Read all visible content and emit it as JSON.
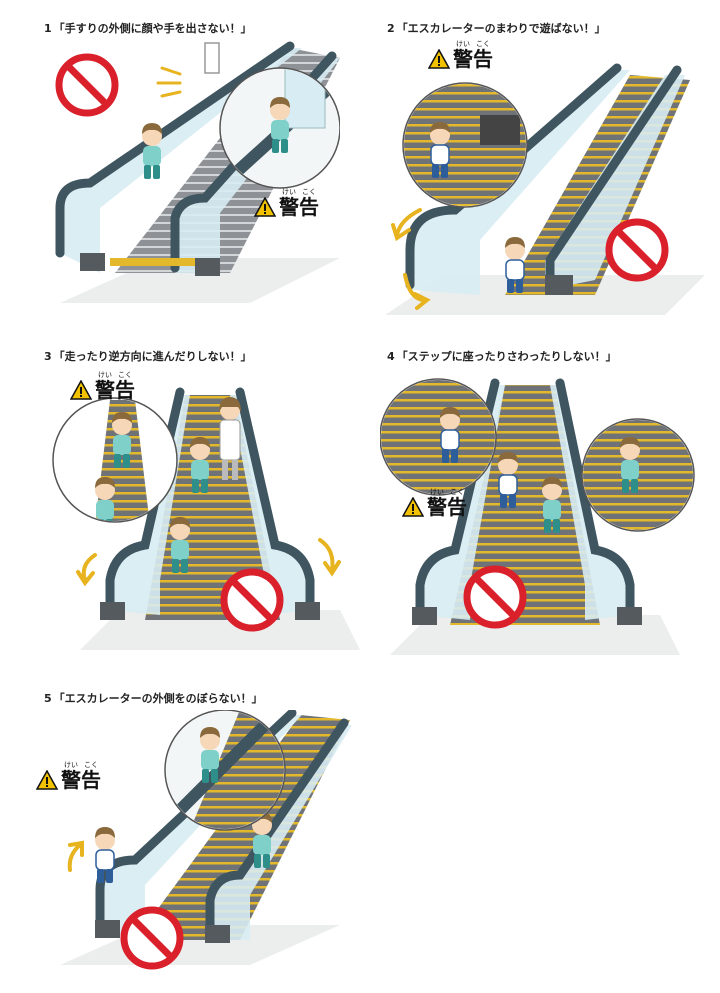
{
  "warning": {
    "word": "警告",
    "ruby_1": "けい",
    "ruby_2": "こく"
  },
  "panels": [
    {
      "num": "1",
      "caption": "「手すりの外側に顔や手を出さない！」"
    },
    {
      "num": "2",
      "caption": "「エスカレーターのまわりで遊ばない！」"
    },
    {
      "num": "3",
      "caption": "「走ったり逆方向に進んだりしない！」"
    },
    {
      "num": "4",
      "caption": "「ステップに座ったりさわったりしない！」"
    },
    {
      "num": "5",
      "caption": "「エスカレーターの外側をのぼらない！」"
    }
  ],
  "colors": {
    "prohibit_red": "#d9202b",
    "warning_yellow": "#f2c200",
    "handrail": "#3f5560",
    "glass": "#d7ecf3",
    "step": "#8e9296",
    "step_edge": "#e3b82a",
    "floor": "#eceded",
    "arrow": "#e7b420",
    "shirt": "#7fd0c9",
    "hair": "#8a6a3c",
    "skin": "#f6d7b8",
    "pants": "#2e5e9a"
  },
  "icons": [
    "prohibited-sign-icon",
    "warning-triangle-icon",
    "motion-arrow-icon"
  ]
}
